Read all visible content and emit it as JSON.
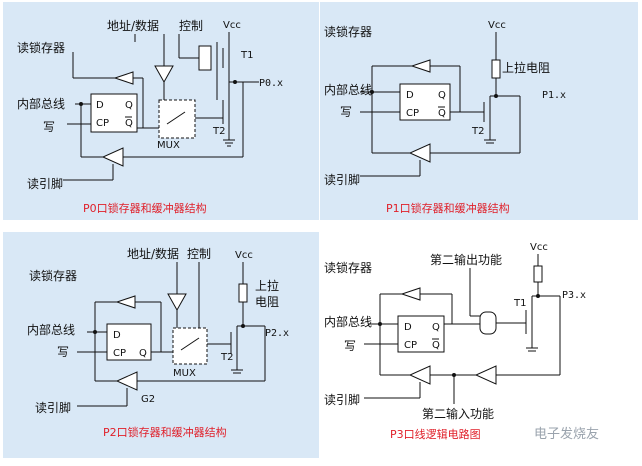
{
  "p0": {
    "read_latch": "读锁存器",
    "addr_data": "地址/数据",
    "control": "控制",
    "vcc": "Vcc",
    "t1": "T1",
    "pin": "P0.x",
    "internal_bus": "内部总线",
    "write": "写",
    "t2": "T2",
    "mux": "MUX",
    "read_pin": "读引脚",
    "caption": "P0口锁存器和缓冲器结构",
    "d": "D",
    "q": "Q",
    "cp": "CP",
    "qbar": "Q"
  },
  "p1": {
    "read_latch": "读锁存器",
    "vcc": "Vcc",
    "pullup": "上拉电阻",
    "internal_bus": "内部总线",
    "pin": "P1.x",
    "write": "写",
    "t2": "T2",
    "read_pin": "读引脚",
    "caption": "P1口锁存器和缓冲器结构",
    "d": "D",
    "q": "Q",
    "cp": "CP",
    "qbar": "Q"
  },
  "p2": {
    "addr_data": "地址/数据",
    "control": "控制",
    "read_latch": "读锁存器",
    "vcc": "Vcc",
    "pullup_1": "上拉",
    "pullup_2": "电阻",
    "internal_bus": "内部总线",
    "pin": "P2.x",
    "write": "写",
    "t2": "T2",
    "mux": "MUX",
    "read_pin": "读引脚",
    "g2": "G2",
    "caption": "P2口锁存器和缓冲器结构",
    "d": "D",
    "q": "Q",
    "cp": "CP"
  },
  "p3": {
    "read_latch": "读锁存器",
    "second_output": "第二输出功能",
    "vcc": "Vcc",
    "t1": "T1",
    "pin": "P3.x",
    "internal_bus": "内部总线",
    "write": "写",
    "read_pin": "读引脚",
    "second_input": "第二输入功能",
    "caption": "P3口线逻辑电路图",
    "d": "D",
    "q": "Q",
    "cp": "CP",
    "qbar": "Q"
  },
  "watermark": "电子发烧友",
  "colors": {
    "panel": "#d9e8f6",
    "caption": "#e0202a",
    "line": "#111111"
  }
}
